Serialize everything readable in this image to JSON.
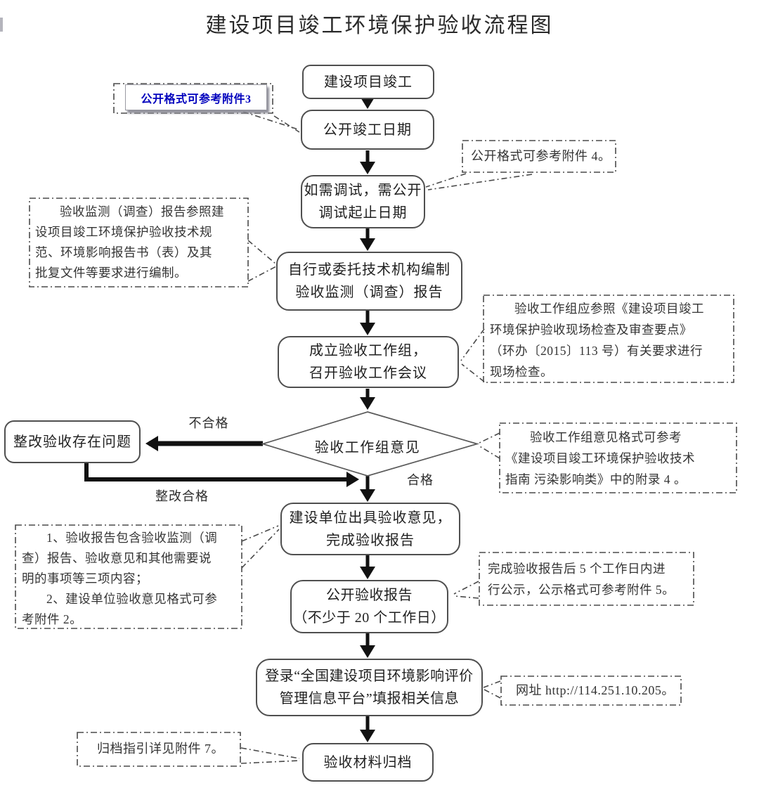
{
  "title": "建设项目竣工环境保护验收流程图",
  "nodes": {
    "start": {
      "label": "建设项目竣工"
    },
    "publish_date": {
      "label": "公开竣工日期"
    },
    "debug": {
      "label": "如需调试，需公开\n调试起止日期"
    },
    "prepare_report": {
      "label": "自行或委托技术机构编制\n验收监测（调查）报告"
    },
    "work_group": {
      "label": "成立验收工作组，\n召开验收工作会议"
    },
    "decision": {
      "label": "验收工作组意见"
    },
    "rectify": {
      "label": "整改验收存在问题"
    },
    "issue_opinion": {
      "label": "建设单位出具验收意见，\n完成验收报告"
    },
    "publish_report": {
      "label": "公开验收报告\n（不少于 20 个工作日）"
    },
    "platform": {
      "label": "登录“全国建设项目环境影响评价\n管理信息平台”填报相关信息"
    },
    "archive": {
      "label": "验收材料归档"
    }
  },
  "edge_labels": {
    "fail": "不合格",
    "pass": "合格",
    "rectified": "整改合格"
  },
  "notes": {
    "attachment3": {
      "text": "公开格式可参考附件3"
    },
    "attachment4": {
      "text": "公开格式可参考附件 4。"
    },
    "monitoring": {
      "text": "验收监测（调查）报告参照建\n设项目竣工环境保护验收技术规\n范、环境影响报告书（表）及其\n批复文件等要求进行编制。"
    },
    "site_check": {
      "text": "验收工作组应参照《建设项目竣工\n环境保护验收现场检查及审查要点》\n（环办〔2015〕113 号）有关要求进行\n现场检查。"
    },
    "opinion_format": {
      "text": "验收工作组意见格式可参考\n《建设项目竣工环境保护验收技术\n指南 污染影响类》中的附录 4 。"
    },
    "report_contents": {
      "p1": "1、验收报告包含验收监测（调\n查）报告、验收意见和其他需要说\n明的事项等三项内容；",
      "p2": "2、建设单位验收意见格式可参\n考附件 2。"
    },
    "publicity": {
      "text": "完成验收报告后 5 个工作日内进\n行公示，公示格式可参考附件 5。"
    },
    "website": {
      "text": "网址 http://114.251.10.205。"
    },
    "archiving": {
      "text": "归档指引详见附件 7。"
    }
  },
  "colors": {
    "accent_blue": "#0000bd",
    "line_gray": "#4a4a4a",
    "arrow_black": "#111111"
  }
}
